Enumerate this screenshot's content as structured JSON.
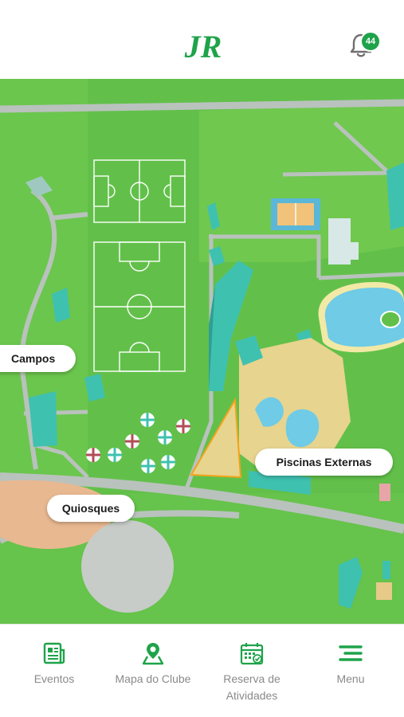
{
  "header": {
    "logo_text": "JR",
    "notification_count": "44",
    "bell_icon": "bell-icon"
  },
  "map": {
    "labels": {
      "campos": "Campos",
      "piscinas": "Piscinas Externas",
      "quiosques": "Quiosques"
    },
    "colors": {
      "grass": "#62c04a",
      "grass_light": "#78cf56",
      "path": "#b9c2bd",
      "building": "#3fc1b0",
      "water": "#6fcbe6",
      "sand": "#e7d48e",
      "clay": "#e8b890",
      "court": "#f0c27a"
    }
  },
  "tabbar": {
    "items": [
      {
        "label": "Eventos",
        "icon": "newspaper-icon"
      },
      {
        "label": "Mapa do Clube",
        "icon": "map-pin-icon"
      },
      {
        "label": "Reserva de Atividades",
        "icon": "calendar-check-icon"
      },
      {
        "label": "Menu",
        "icon": "menu-icon"
      }
    ],
    "active_color": "#1fa34a",
    "inactive_color": "#8a8a8a"
  }
}
